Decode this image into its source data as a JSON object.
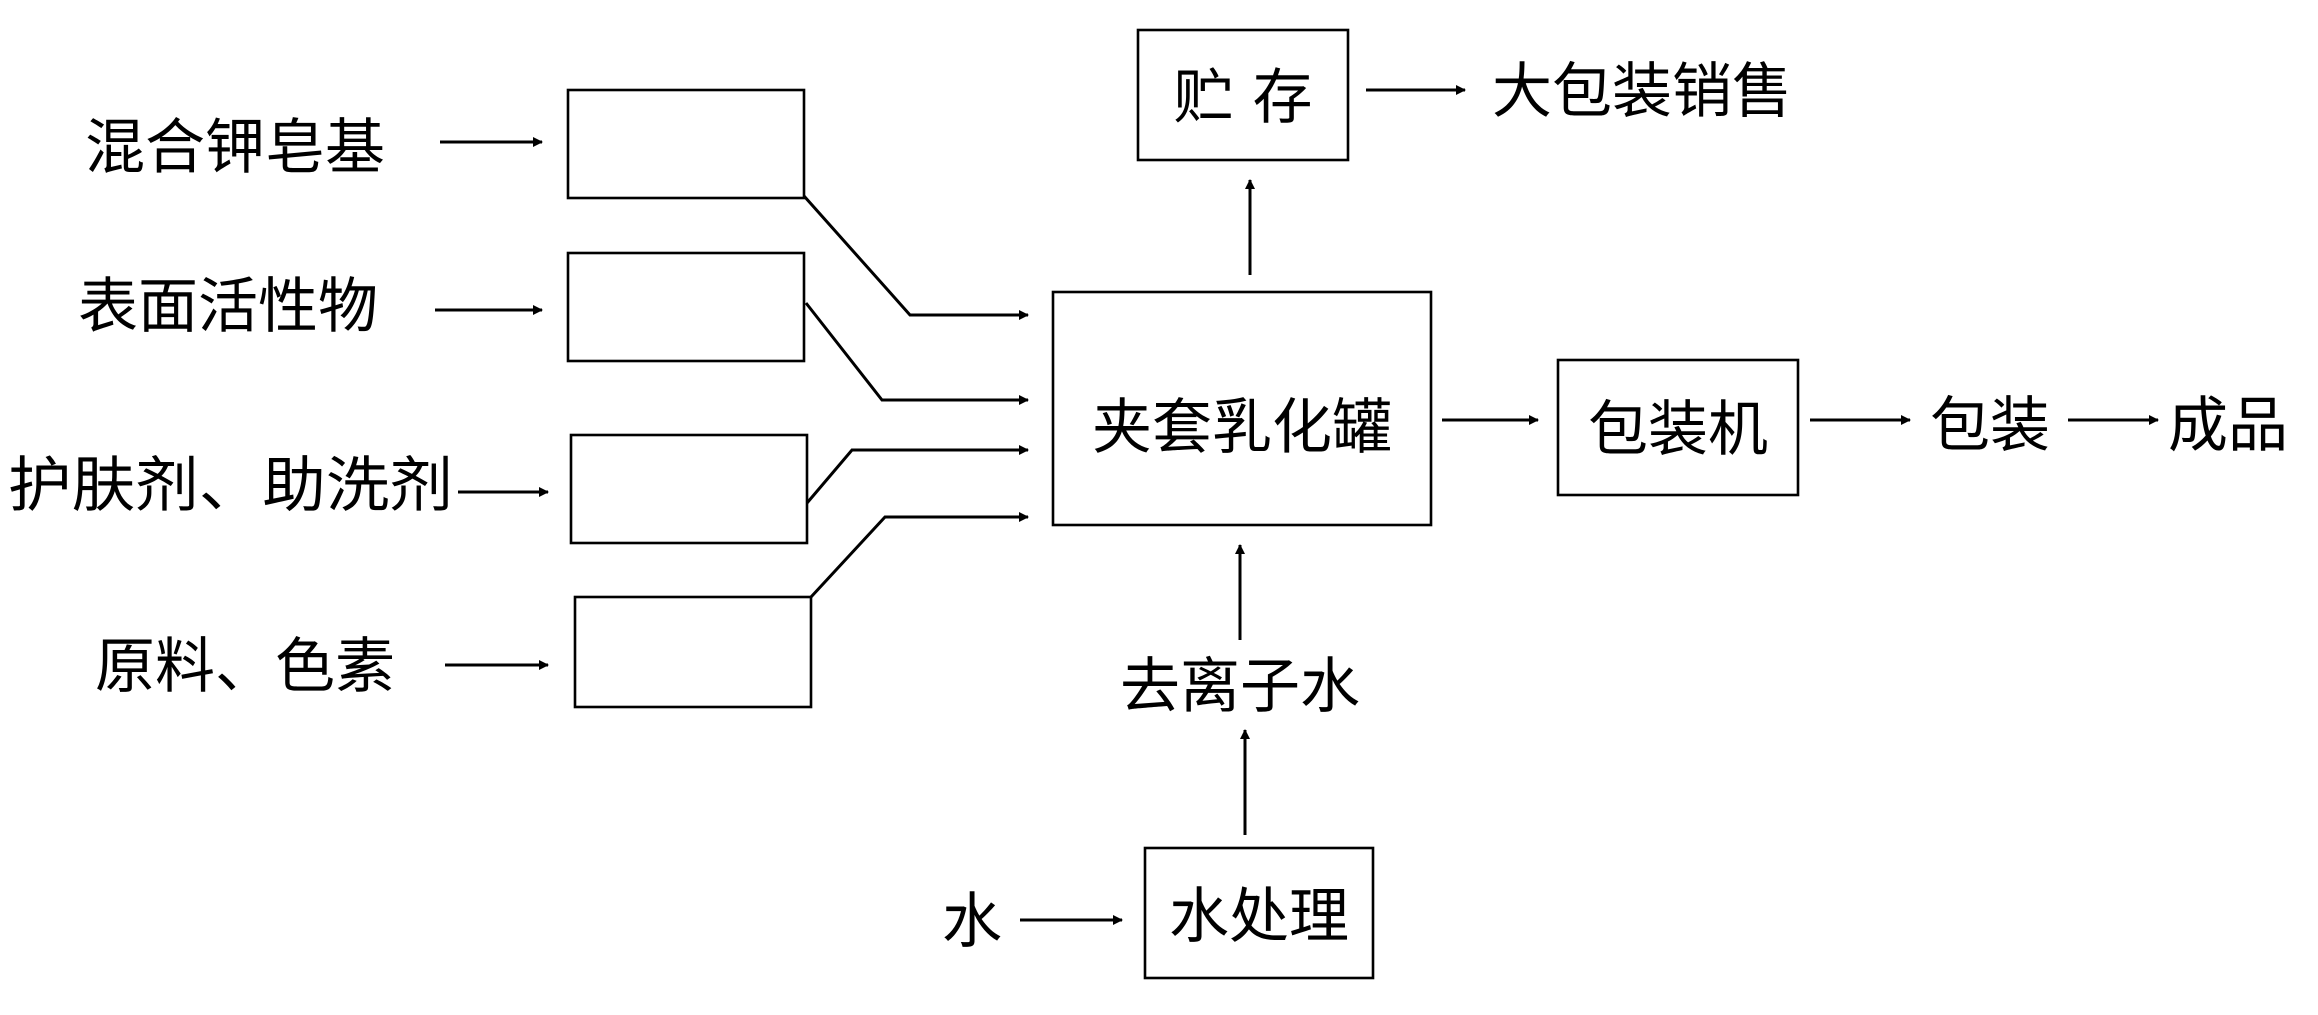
{
  "inputs": {
    "potassium_soap_base": "混合钾皂基",
    "surfactant": "表面活性物",
    "skin_care_agents": "护肤剂、助洗剂",
    "raw_material_pigment": "原料、色素"
  },
  "emulsion_tank": "夹套乳化罐",
  "storage": "贮 存",
  "bulk_sale": "大包装销售",
  "packing_machine": "包装机",
  "packaging": "包装",
  "finished_product": "成品",
  "deionized_water": "去离子水",
  "water": "水",
  "water_treatment": "水处理"
}
